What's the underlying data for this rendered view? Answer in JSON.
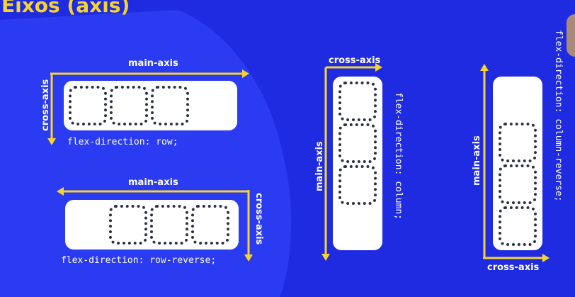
{
  "title": "Eixos (axis)",
  "labels": {
    "main_axis": "main-axis",
    "cross_axis": "cross-axis"
  },
  "examples": [
    {
      "code": "flex-direction: row;"
    },
    {
      "code": "flex-direction: row-reverse;"
    },
    {
      "code": "flex-direction: column;"
    },
    {
      "code": "flex-direction: column-reverse;"
    }
  ],
  "colors": {
    "background": "#1f2be0",
    "background_blob": "#2a3bf2",
    "accent": "#f6d32d",
    "panel": "#ffffff",
    "cell_border": "#2c2f48",
    "text": "#ffffff"
  }
}
